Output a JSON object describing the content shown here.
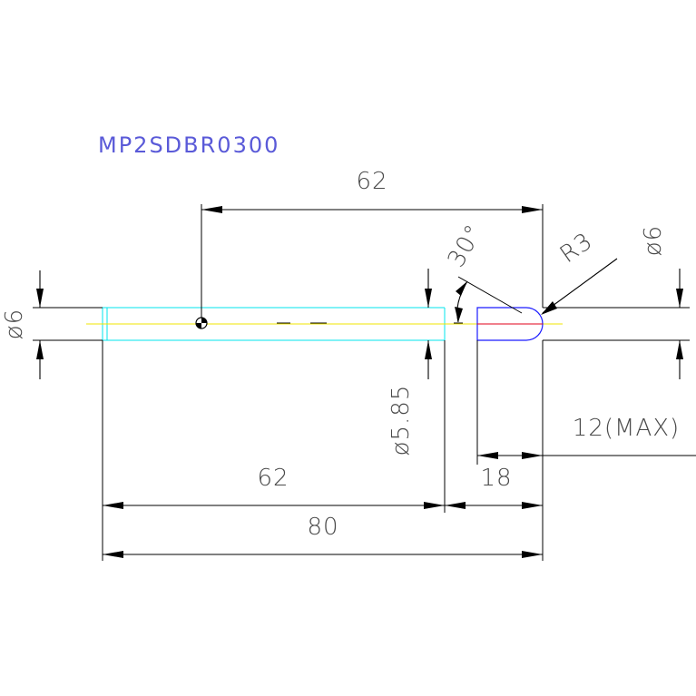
{
  "title": "MP2SDBR0300",
  "colors": {
    "title": "#5a5ad8",
    "shaft_outline": "#00e5ee",
    "center_line": "#f2e600",
    "tip_outline": "#1a1aff",
    "tip_center": "#e0001a",
    "dimension": "#000000",
    "text": "#4a4a4a"
  },
  "dimensions": {
    "top_length": "62",
    "angle": "30°",
    "radius": "R3",
    "left_diameter": "ø6",
    "right_diameter": "ø6",
    "shaft_diameter": "ø5.85",
    "shaft_length": "62",
    "tip_length": "18",
    "tip_max": "12(MAX)",
    "total_length": "80"
  }
}
